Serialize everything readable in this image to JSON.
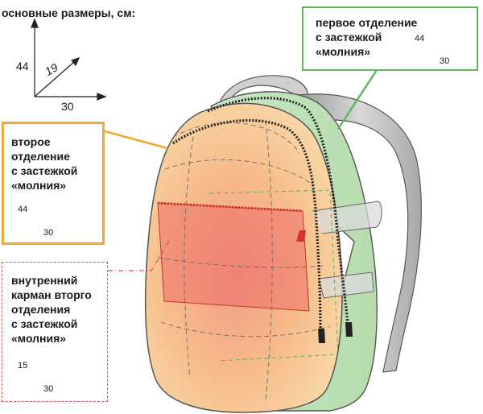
{
  "title": "основные размеры, см:",
  "main_dims": {
    "height": "44",
    "depth": "19",
    "width": "30"
  },
  "first_compartment": {
    "lines": [
      "первое отделение",
      "с застежкой",
      "«молния»"
    ],
    "dims": {
      "height": "44",
      "width": "30"
    },
    "color": "#5cb85c"
  },
  "second_compartment": {
    "lines": [
      "второе",
      "отделение",
      "с застежкой",
      "«молния»"
    ],
    "dims": {
      "height": "44",
      "width": "30"
    },
    "color": "#f0a830"
  },
  "inner_pocket": {
    "lines": [
      "внутренний",
      "карман вторго",
      "отделения",
      "с застежкой",
      "«молния»"
    ],
    "dims": {
      "height": "15",
      "width": "30"
    },
    "color": "#e05050"
  }
}
